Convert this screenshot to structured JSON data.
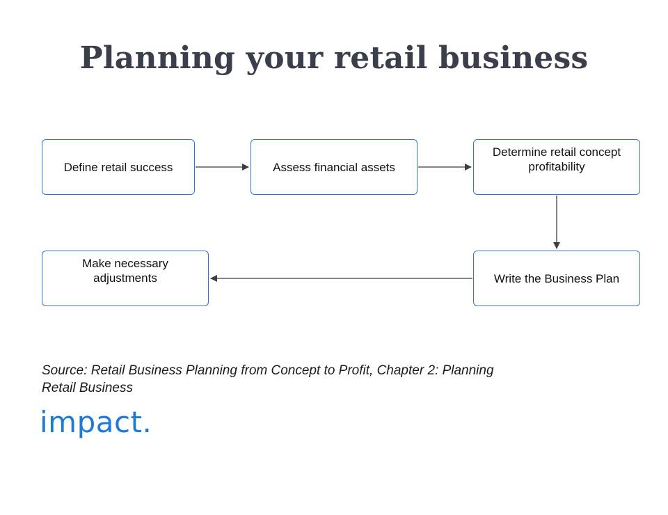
{
  "title": "Planning your retail business",
  "steps": [
    {
      "id": "n1",
      "label": "Define retail success"
    },
    {
      "id": "n2",
      "label": "Assess financial assets"
    },
    {
      "id": "n3",
      "label": "Determine retail concept profitability"
    },
    {
      "id": "n4",
      "label": "Write the Business Plan"
    },
    {
      "id": "n5",
      "label": "Make necessary adjustments"
    }
  ],
  "connections": [
    {
      "from": "n1",
      "to": "n2"
    },
    {
      "from": "n2",
      "to": "n3"
    },
    {
      "from": "n3",
      "to": "n4"
    },
    {
      "from": "n4",
      "to": "n5"
    }
  ],
  "source": "Source: Retail Business Planning from Concept to Profit, Chapter 2: Planning Retail Business",
  "logo": "impact.",
  "colors": {
    "node_border": "#2f74d0",
    "title": "#3a3f4b",
    "arrow": "#3a3f4b",
    "logo": "#1f7ad6"
  }
}
